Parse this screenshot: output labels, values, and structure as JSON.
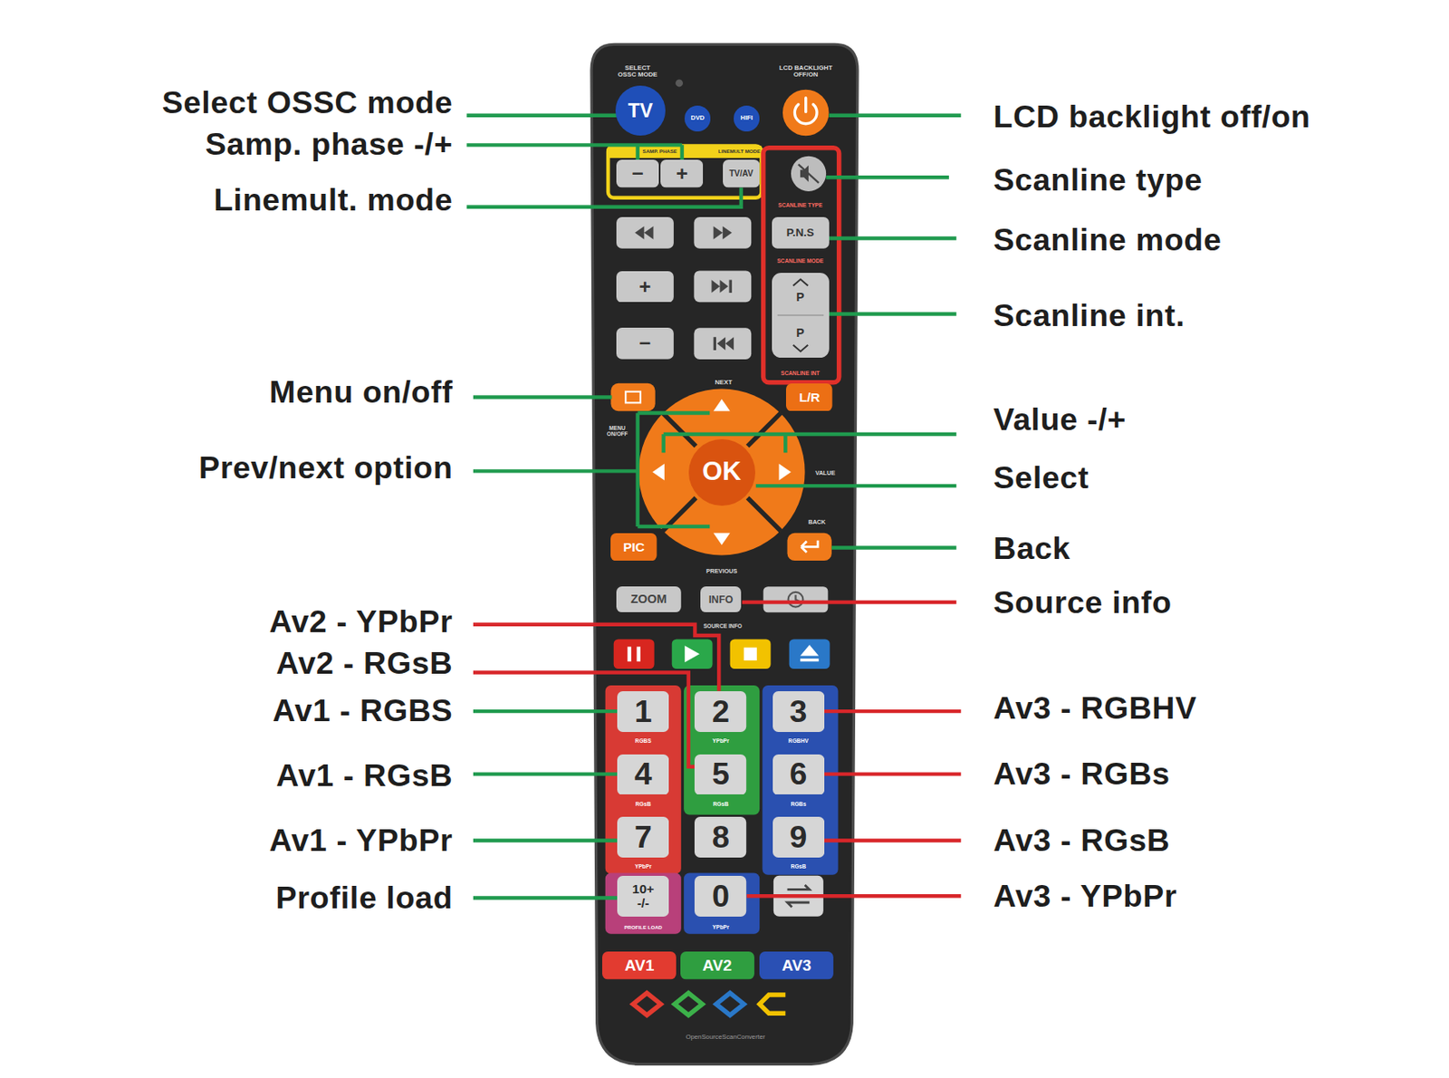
{
  "diagram": {
    "nodes": [
      {
        "text": [
          "TV"
        ]
      },
      {
        "text": [
          "DVD"
        ]
      },
      {
        "text": [
          "HIFI"
        ]
      },
      {
        "text": [
          "−"
        ]
      },
      {
        "text": [
          "+"
        ]
      },
      {
        "text": [
          "TV/AV"
        ]
      },
      {
        "text": [
          "P.N.S"
        ]
      },
      {
        "text": [
          "+"
        ]
      },
      {
        "text": [
          "P",
          "P"
        ]
      },
      {
        "text": [
          "−"
        ]
      },
      {
        "text": [
          "L/R"
        ]
      },
      {
        "text": [
          "OK"
        ]
      },
      {
        "text": [
          "PIC"
        ]
      },
      {
        "text": [
          "ZOOM"
        ]
      },
      {
        "text": [
          "INFO"
        ]
      },
      {
        "text": [
          "1"
        ]
      },
      {
        "text": [
          "2"
        ]
      },
      {
        "text": [
          "3"
        ]
      },
      {
        "text": [
          "4"
        ]
      },
      {
        "text": [
          "5"
        ]
      },
      {
        "text": [
          "6"
        ]
      },
      {
        "text": [
          "7"
        ]
      },
      {
        "text": [
          "8"
        ]
      },
      {
        "text": [
          "9"
        ]
      },
      {
        "text": [
          "10+ -/-"
        ]
      },
      {
        "text": [
          "0"
        ]
      },
      {
        "text": [
          "AV1"
        ]
      },
      {
        "text": [
          "AV2"
        ]
      },
      {
        "text": [
          "AV3"
        ]
      }
    ],
    "labels": [
      "Select OSSC mode",
      "LCD backlight off/on",
      "Samp. phase -/+",
      "Scanline type",
      "Linemult. mode",
      "Scanline mode",
      "Scanline int.",
      "Menu on/off",
      "Value -/+",
      "Prev/next option",
      "Select",
      "Back",
      "Source info",
      "Av2 - YPbPr",
      "Av2 - RGsB",
      "Av1 - RGBS",
      "Av3 - RGBHV",
      "Av1 - RGsB",
      "Av3 - RGBs",
      "Av1 - YPbPr",
      "Av3 - RGsB",
      "Profile load",
      "Av3 - YPbPr",
      "SELECT OSSC MODE",
      "LCD BACKLIGHT OFF/ON",
      "SAMP. PHASE",
      "LINEMULT MODE",
      "SCANLINE TYPE",
      "SCANLINE MODE",
      "SCANLINE INT",
      "NEXT",
      "MENU ON/OFF",
      "VALUE",
      "BACK",
      "PREVIOUS",
      "SOURCE INFO",
      "RGBS",
      "YPbPr",
      "RGBHV",
      "RGsB",
      "RGsB",
      "RGBs",
      "YPbPr",
      "RGsB",
      "PROFILE LOAD",
      "YPbPr",
      "OpenSourceScanConverter"
    ]
  }
}
